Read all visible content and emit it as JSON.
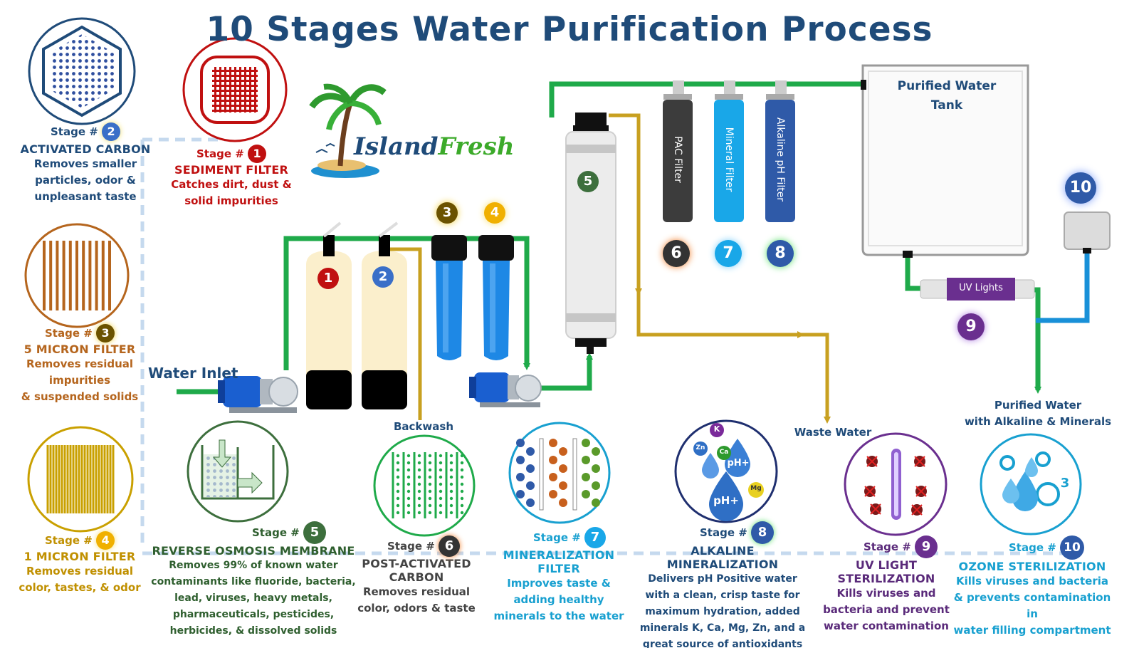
{
  "title": "10 Stages Water Purification Process",
  "brand": {
    "part1": "Island",
    "part2": "Fresh"
  },
  "labels": {
    "water_inlet": "Water Inlet",
    "backwash": "Backwash",
    "waste_water": "Waste Water",
    "tank_line1": "Purified Water",
    "tank_line2": "Tank",
    "purified_line1": "Purified Water",
    "purified_line2": "with Alkaline & Minerals",
    "uv_lights": "UV Lights",
    "pac_filter": "PAC Filter",
    "mineral_filter": "Mineral Filter",
    "alkaline_filter": "Alkaline pH Filter"
  },
  "stage_word": "Stage #",
  "stages": [
    {
      "num": "1",
      "title": "SEDIMENT FILTER",
      "lines": [
        "Catches dirt, dust &",
        "solid impurities"
      ]
    },
    {
      "num": "2",
      "title": "ACTIVATED CARBON",
      "lines": [
        "Removes smaller",
        "particles, odor &",
        "unpleasant taste"
      ]
    },
    {
      "num": "3",
      "title": "5 MICRON FILTER",
      "lines": [
        "Removes residual",
        "impurities",
        "& suspended solids"
      ]
    },
    {
      "num": "4",
      "title": "1 MICRON FILTER",
      "lines": [
        "Removes residual",
        "color, tastes, & odor"
      ]
    },
    {
      "num": "5",
      "title": "REVERSE OSMOSIS MEMBRANE",
      "lines": [
        "Removes 99% of known water",
        "contaminants like fluoride, bacteria,",
        "lead, viruses, heavy metals,",
        "pharmaceuticals, pesticides,",
        "herbicides, & dissolved solids"
      ]
    },
    {
      "num": "6",
      "title_lines": [
        "POST-ACTIVATED",
        "CARBON"
      ],
      "lines": [
        "Removes residual",
        "color, odors & taste"
      ]
    },
    {
      "num": "7",
      "title_lines": [
        "MINERALIZATION",
        "FILTER"
      ],
      "lines": [
        "Improves taste &",
        "adding healthy",
        "minerals to the water"
      ]
    },
    {
      "num": "8",
      "title": "ALKALINE MINERALIZATION",
      "lines": [
        "Delivers pH Positive water",
        "with a clean, crisp taste for",
        "maximum hydration, added",
        "minerals K, Ca, Mg, Zn, and a",
        "great source of antioxidants"
      ]
    },
    {
      "num": "9",
      "title_lines": [
        "UV LIGHT",
        "STERILIZATION"
      ],
      "lines": [
        "Kills viruses and",
        "bacteria and prevent",
        "water contamination"
      ]
    },
    {
      "num": "10",
      "title": "OZONE STERILIZATION",
      "lines": [
        "Kills viruses and bacteria",
        "& prevents contamination in",
        "water filling compartment"
      ]
    }
  ],
  "icon_text": {
    "k": "K",
    "zn": "Zn",
    "ca": "Ca",
    "ph": "pH+",
    "mg": "Mg",
    "o3": "3"
  },
  "colors": {
    "navy": "#1f4b79",
    "pipe_green": "#1faa4a",
    "pipe_gold": "#c8a020",
    "dash": "#c5d9ee",
    "purple": "#6a2f8f",
    "cyan": "#18a0d0"
  }
}
